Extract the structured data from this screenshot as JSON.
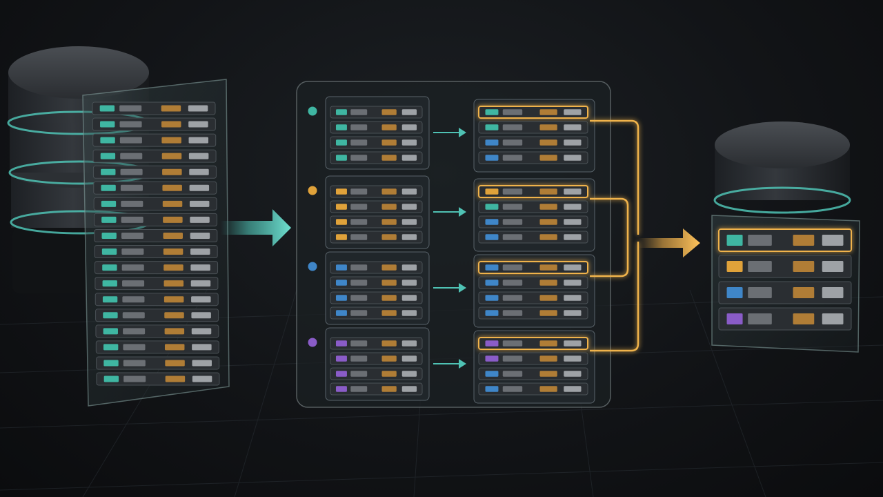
{
  "colors": {
    "background": "#121417",
    "teal": "#3fb6a2",
    "orange": "#e0a23a",
    "blue": "#3f86c8",
    "purple": "#8a5cc8",
    "arrow_teal": "#4fc2b4",
    "arrow_orange": "#f2b24a",
    "connector": "#f0b34b",
    "cell_gray": "#6b6f74",
    "cell_orange": "#b07d36",
    "cell_light": "#9ea2a6"
  },
  "source": {
    "name": "source-database",
    "row_count": 18,
    "row_color": "teal"
  },
  "partitions": [
    {
      "name": "teal",
      "input_rows": 4,
      "output_rows": 4,
      "output_colors": [
        "teal",
        "teal",
        "blue",
        "blue"
      ]
    },
    {
      "name": "orange",
      "input_rows": 4,
      "output_rows": 4,
      "output_colors": [
        "orange",
        "teal",
        "blue",
        "blue"
      ]
    },
    {
      "name": "blue",
      "input_rows": 4,
      "output_rows": 4,
      "output_colors": [
        "blue",
        "blue",
        "blue",
        "blue"
      ]
    },
    {
      "name": "purple",
      "input_rows": 4,
      "output_rows": 4,
      "output_colors": [
        "purple",
        "purple",
        "blue",
        "blue"
      ]
    }
  ],
  "destination": {
    "name": "destination-database",
    "rows": [
      "teal",
      "orange",
      "blue",
      "purple"
    ]
  },
  "icons": [
    "database-icon",
    "arrow-icon",
    "connector-line-icon"
  ]
}
